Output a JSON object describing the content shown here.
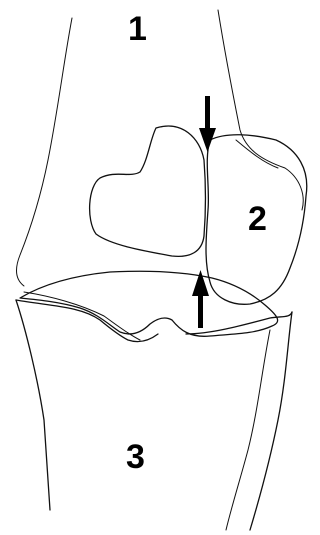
{
  "labels": {
    "femur": "1",
    "patella": "2",
    "tibia": "3"
  },
  "arrows": [
    {
      "name": "down-arrow",
      "direction": "down"
    },
    {
      "name": "up-arrow",
      "direction": "up"
    }
  ],
  "colors": {
    "line": "#111111",
    "background": "#ffffff"
  }
}
